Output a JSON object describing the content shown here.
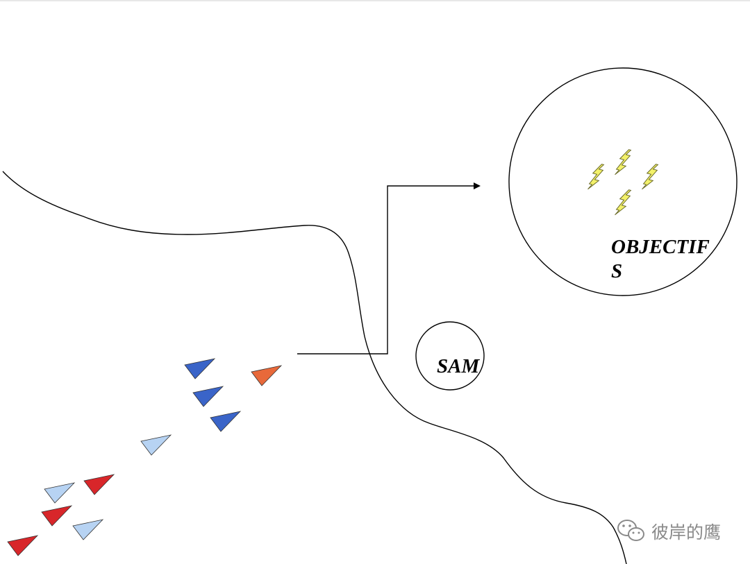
{
  "labels": {
    "objective_line1": "OBJECTIF",
    "objective_line2": "S",
    "sam": "SAM"
  },
  "watermark": {
    "text": "彼岸的鹰",
    "icon": "wechat-icon"
  },
  "colors": {
    "dark_blue": "#3a64c8",
    "light_blue": "#b7d3f3",
    "red": "#d8262a",
    "orange": "#e8693a",
    "target_yellow": "#f3f16a",
    "line": "#000000",
    "watermark": "#8a8a8a"
  },
  "icons": {
    "target": "lightning-bolt-icon",
    "aircraft": "triangle-aircraft-icon"
  },
  "aircraft": [
    {
      "kind": "dark_blue",
      "color": "#3a64c8"
    },
    {
      "kind": "dark_blue",
      "color": "#3a64c8"
    },
    {
      "kind": "dark_blue",
      "color": "#3a64c8"
    },
    {
      "kind": "orange",
      "color": "#e8693a"
    },
    {
      "kind": "light_blue",
      "color": "#b7d3f3"
    },
    {
      "kind": "light_blue",
      "color": "#b7d3f3"
    },
    {
      "kind": "light_blue",
      "color": "#b7d3f3"
    },
    {
      "kind": "red",
      "color": "#d8262a"
    },
    {
      "kind": "red",
      "color": "#d8262a"
    },
    {
      "kind": "red",
      "color": "#d8262a"
    }
  ]
}
